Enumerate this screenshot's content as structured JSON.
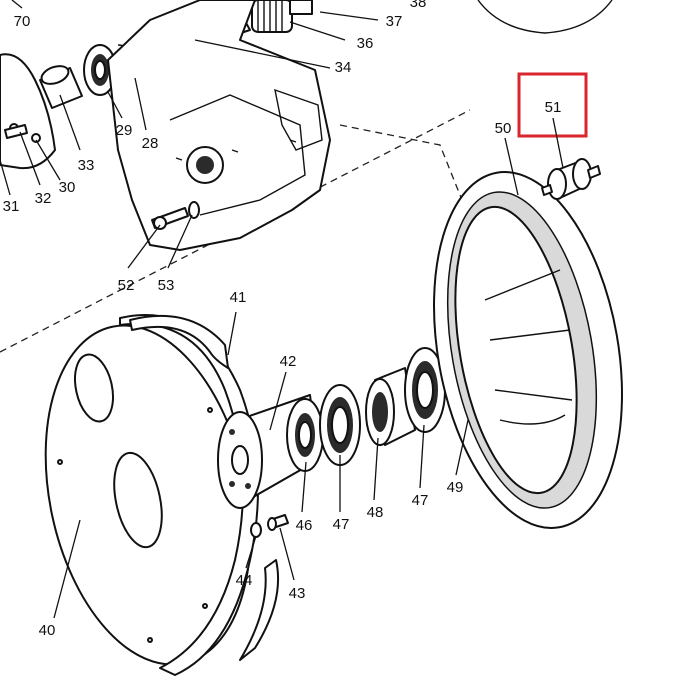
{
  "diagram": {
    "labels": {
      "p28": "28",
      "p29": "29",
      "p30": "30",
      "p31": "31",
      "p32": "32",
      "p33": "33",
      "p34": "34",
      "p36": "36",
      "p37": "37",
      "p38": "38",
      "p40": "40",
      "p41": "41",
      "p42": "42",
      "p43": "43",
      "p44": "44",
      "p46": "46",
      "p47a": "47",
      "p47b": "47",
      "p48": "48",
      "p49": "49",
      "p50": "50",
      "p51": "51",
      "p52": "52",
      "p53": "53",
      "p70": "70"
    },
    "highlight_color": "#d9262c"
  }
}
